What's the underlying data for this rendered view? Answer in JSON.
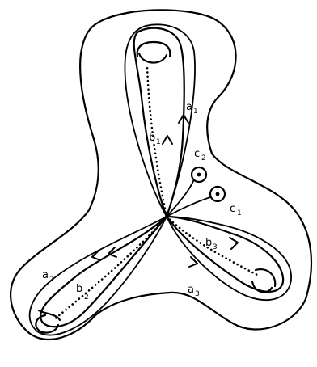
{
  "labels": {
    "a1": {
      "base": "a",
      "sub": "1"
    },
    "a2": {
      "base": "a",
      "sub": "2"
    },
    "a3": {
      "base": "a",
      "sub": "3"
    },
    "b1": {
      "base": "b",
      "sub": "1"
    },
    "b2": {
      "base": "b",
      "sub": "2"
    },
    "b3": {
      "base": "b",
      "sub": "3"
    },
    "c1": {
      "base": "c",
      "sub": "1"
    },
    "c2": {
      "base": "c",
      "sub": "2"
    }
  }
}
